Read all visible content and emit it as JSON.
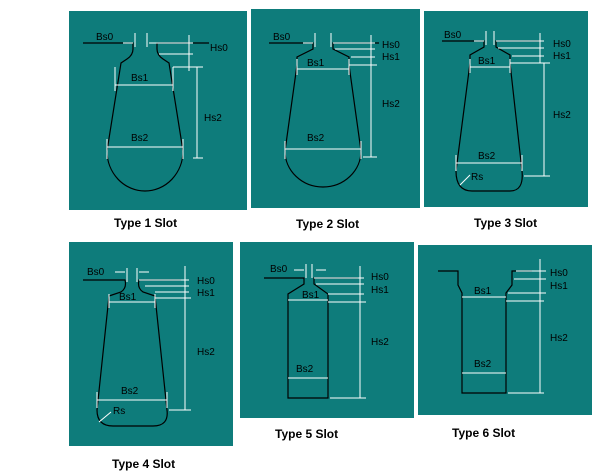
{
  "colors": {
    "panel": "#0e7c7b",
    "dimension_line": "#ffffff",
    "outline": "#000000"
  },
  "captions": {
    "type1": "Type 1 Slot",
    "type2": "Type 2 Slot",
    "type3": "Type 3 Slot",
    "type4": "Type 4 Slot",
    "type5": "Type 5 Slot",
    "type6": "Type 6 Slot"
  },
  "labels": {
    "bs0": "Bs0",
    "bs1": "Bs1",
    "bs2": "Bs2",
    "hs0": "Hs0",
    "hs1": "Hs1",
    "hs2": "Hs2",
    "rs": "Rs"
  }
}
